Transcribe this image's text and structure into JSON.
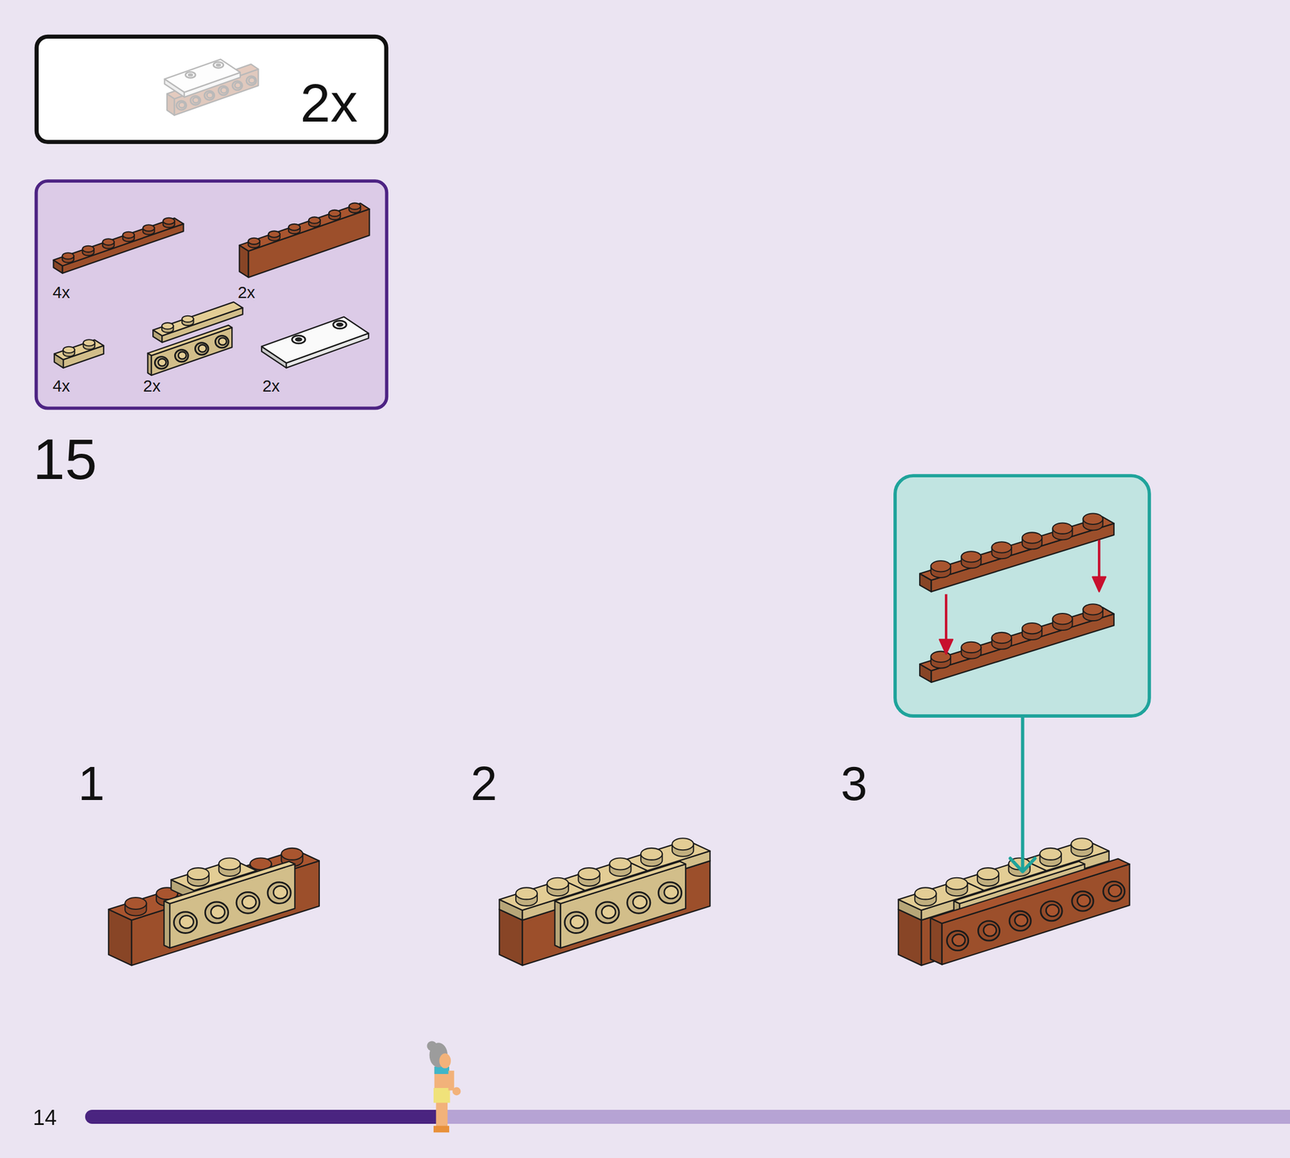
{
  "diagram": {
    "nodes": [
      {
        "text": [
          "2x"
        ]
      },
      {
        "text": [
          "4x",
          "2x",
          "4x",
          "2x",
          "2x"
        ]
      }
    ],
    "labels": [
      "15",
      "1",
      "2",
      "3",
      "14"
    ]
  }
}
